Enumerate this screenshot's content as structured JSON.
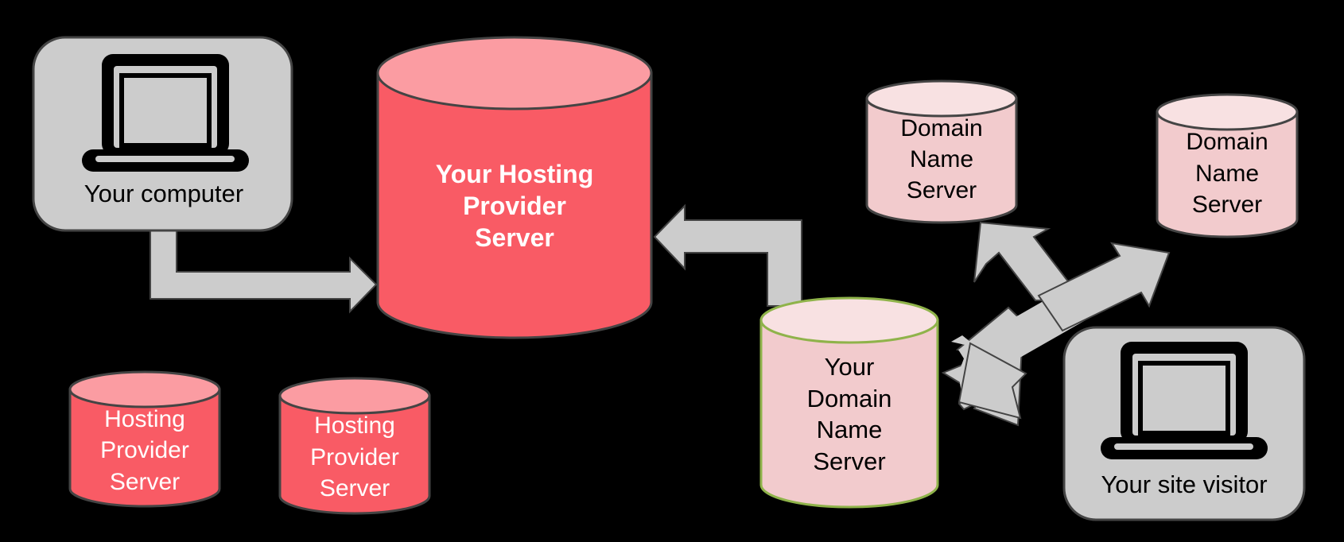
{
  "nodes": {
    "your_computer": {
      "label": "Your computer"
    },
    "main_server": {
      "lines": [
        "Your Hosting",
        "Provider",
        "Server"
      ]
    },
    "hosting_server_1": {
      "lines": [
        "Hosting",
        "Provider",
        "Server"
      ]
    },
    "hosting_server_2": {
      "lines": [
        "Hosting",
        "Provider",
        "Server"
      ]
    },
    "dns_1": {
      "lines": [
        "Domain",
        "Name",
        "Server"
      ]
    },
    "dns_2": {
      "lines": [
        "Domain",
        "Name",
        "Server"
      ]
    },
    "your_dns": {
      "lines": [
        "Your",
        "Domain",
        "Name",
        "Server"
      ]
    },
    "site_visitor": {
      "label": "Your site visitor"
    }
  },
  "icons": {
    "computer": "laptop-icon",
    "visitor": "laptop-icon"
  },
  "colors": {
    "background": "#000000",
    "panel_gray": "#cccccc",
    "arrow_gray": "#cccccc",
    "stroke": "#444444",
    "server_red": "#f95b65",
    "server_red_top": "#fb9ca2",
    "dns_pink": "#f2cbcd",
    "dns_pink_top": "#f8e1e2",
    "your_dns_outline": "#8fb34a"
  }
}
